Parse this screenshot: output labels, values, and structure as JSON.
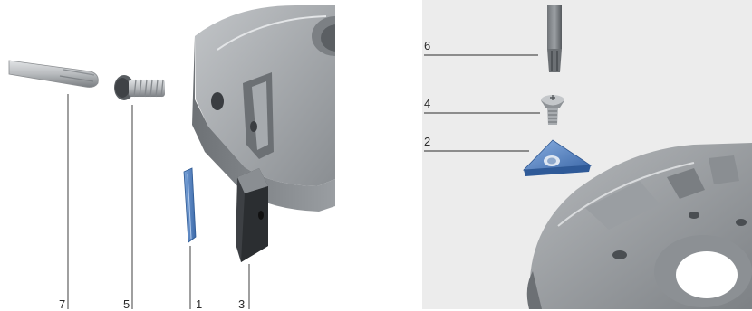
{
  "left_panel": {
    "labels": [
      "7",
      "5",
      "1",
      "3"
    ]
  },
  "right_panel": {
    "labels": [
      "6",
      "4",
      "2"
    ]
  },
  "colors": {
    "steel": "#8e9296",
    "steel_light": "#c9cbcd",
    "steel_dark": "#55595d",
    "insert_blue": "#4f7fbf",
    "blade_dark": "#3d4044",
    "right_background": "#ececec"
  }
}
